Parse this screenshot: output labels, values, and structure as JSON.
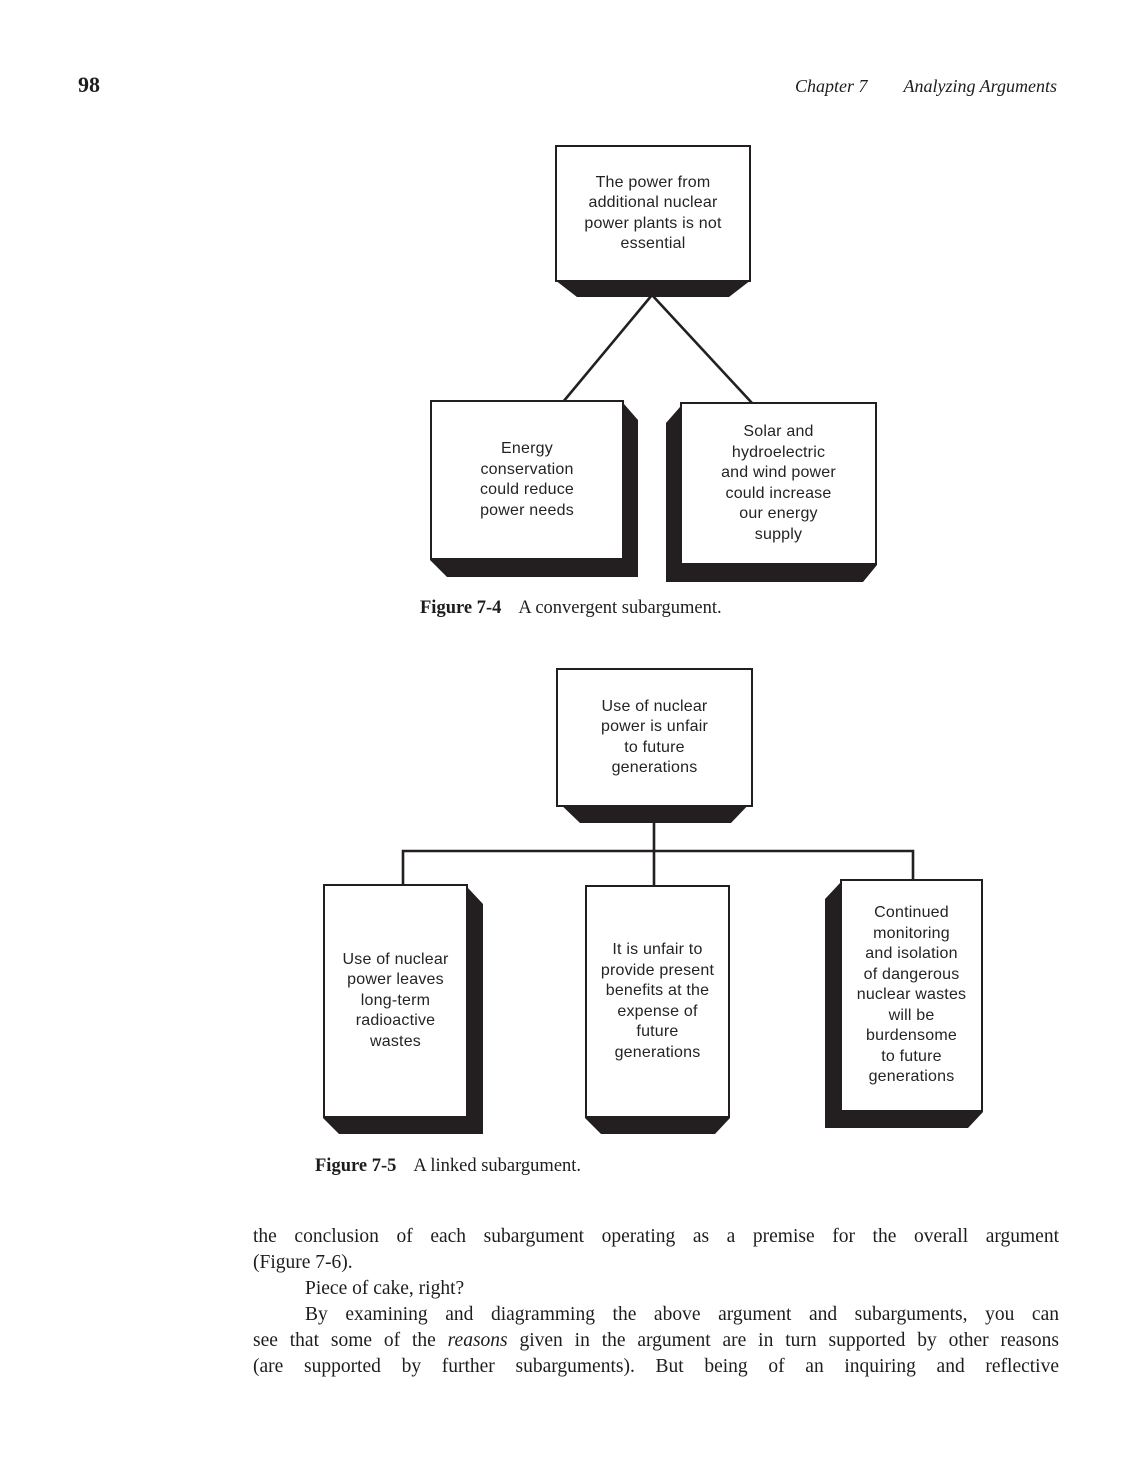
{
  "page": {
    "number": "98"
  },
  "header": {
    "chapter": "Chapter 7",
    "title": "Analyzing Arguments"
  },
  "fig74": {
    "label": "Figure 7-4",
    "caption": "A convergent subargument.",
    "top": "The power from\nadditional nuclear\npower plants is not\nessential",
    "left": "Energy\nconservation\ncould reduce\npower needs",
    "right": "Solar and\nhydroelectric\nand wind power\ncould increase\nour energy\nsupply"
  },
  "fig75": {
    "label": "Figure 7-5",
    "caption": "A linked subargument.",
    "top": "Use of nuclear\npower is unfair\nto future\ngenerations",
    "left": "Use of nuclear\npower leaves\nlong-term\nradioactive\nwastes",
    "middle": "It is unfair to\nprovide present\nbenefits at the\nexpense of\nfuture\ngenerations",
    "right": "Continued\nmonitoring\nand isolation\nof dangerous\nnuclear wastes\nwill be\nburdensome\nto future\ngenerations"
  },
  "body": {
    "line1": "the conclusion of each subargument operating as a premise for the overall argument",
    "line2": "(Figure 7-6).",
    "line3": "Piece of cake, right?",
    "line4": "By examining and diagramming the above argument and subarguments, you can",
    "line5_pre": "see that some of the ",
    "line5_italic": "reasons",
    "line5_post": " given in the argument are in turn supported by other reasons",
    "line6": "(are supported by further subarguments). But being of an inquiring and reflective"
  }
}
